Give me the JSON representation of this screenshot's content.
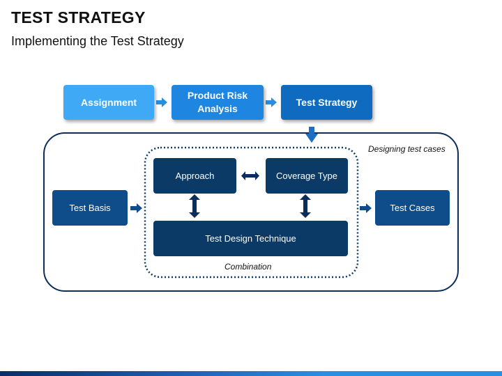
{
  "header": {
    "title": "TEST STRATEGY",
    "subtitle": "Implementing the Test Strategy"
  },
  "flow": {
    "assignment": "Assignment",
    "product_risk_line1": "Product Risk",
    "product_risk_line2": "Analysis",
    "test_strategy": "Test Strategy"
  },
  "designing": {
    "label": "Designing test cases",
    "test_basis": "Test Basis",
    "test_cases": "Test Cases",
    "approach": "Approach",
    "coverage_type": "Coverage Type",
    "test_design_technique": "Test Design Technique",
    "combination_label": "Combination"
  },
  "colors": {
    "light_blue": "#3fa9f5",
    "mid_blue": "#1e86e0",
    "strategy_blue": "#0e6bbf",
    "navy": "#0b3a66",
    "box_navy": "#0f4c8a",
    "arrow_blue": "#2b8ddb"
  }
}
